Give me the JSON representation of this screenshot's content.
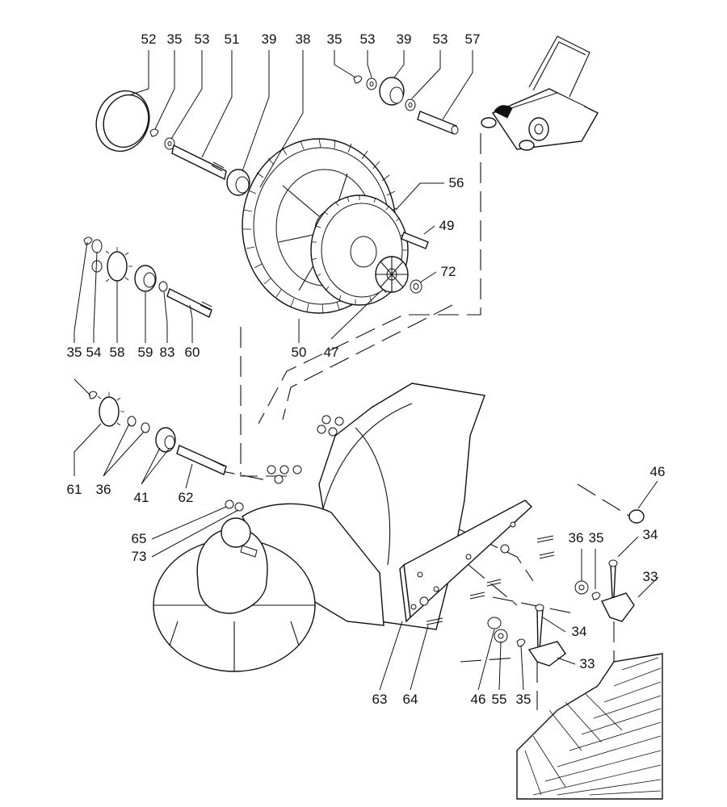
{
  "labels": [
    "52",
    "35",
    "53",
    "51",
    "39",
    "38",
    "35",
    "53",
    "39",
    "53",
    "57",
    "56",
    "49",
    "72",
    "35",
    "54",
    "58",
    "59",
    "83",
    "60",
    "50",
    "47",
    "35",
    "61",
    "36",
    "41",
    "62",
    "65",
    "73",
    "46",
    "34",
    "36",
    "35",
    "33",
    "34",
    "33",
    "63",
    "64",
    "46",
    "55",
    "35"
  ],
  "colors": {
    "ink": "#111111",
    "paper": "#ffffff"
  }
}
